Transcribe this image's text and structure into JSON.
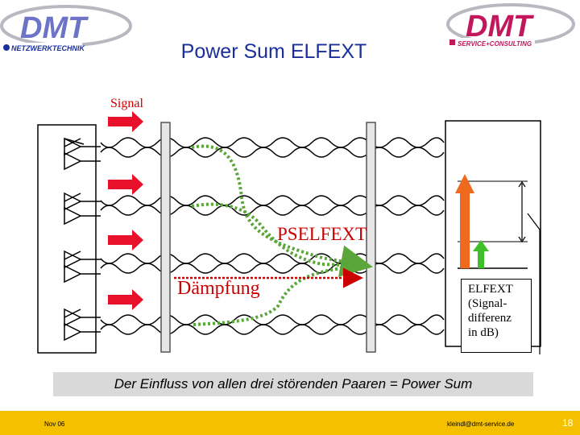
{
  "logos": {
    "left": {
      "mark": "DMT",
      "sub": "NETZWERKTECHNIK"
    },
    "right": {
      "mark": "DMT",
      "sub": "SERVICE+CONSULTING"
    }
  },
  "title": "Power Sum ELFEXT",
  "diagram": {
    "signal_label": "Signal",
    "pselfext_label": "PSELFEXT",
    "daempfung_label": "Dämpfung",
    "elfext_lines": [
      "ELFEXT",
      "(Signal-",
      "differenz",
      "in dB)"
    ]
  },
  "caption": "Der Einfluss von allen drei störenden Paaren = Power Sum",
  "footer": {
    "date": "Nov 06",
    "email": "kleindl@dmt-service.de",
    "page": "18"
  },
  "colors": {
    "title": "#1a2f9c",
    "arrow_red": "#e8102a",
    "coupling_green": "#5aa63a",
    "arrow_orange": "#ef6a1f",
    "arrow_green": "#3fbf2a",
    "footer": "#f5c000",
    "caption_bg": "#d9d9d9"
  }
}
